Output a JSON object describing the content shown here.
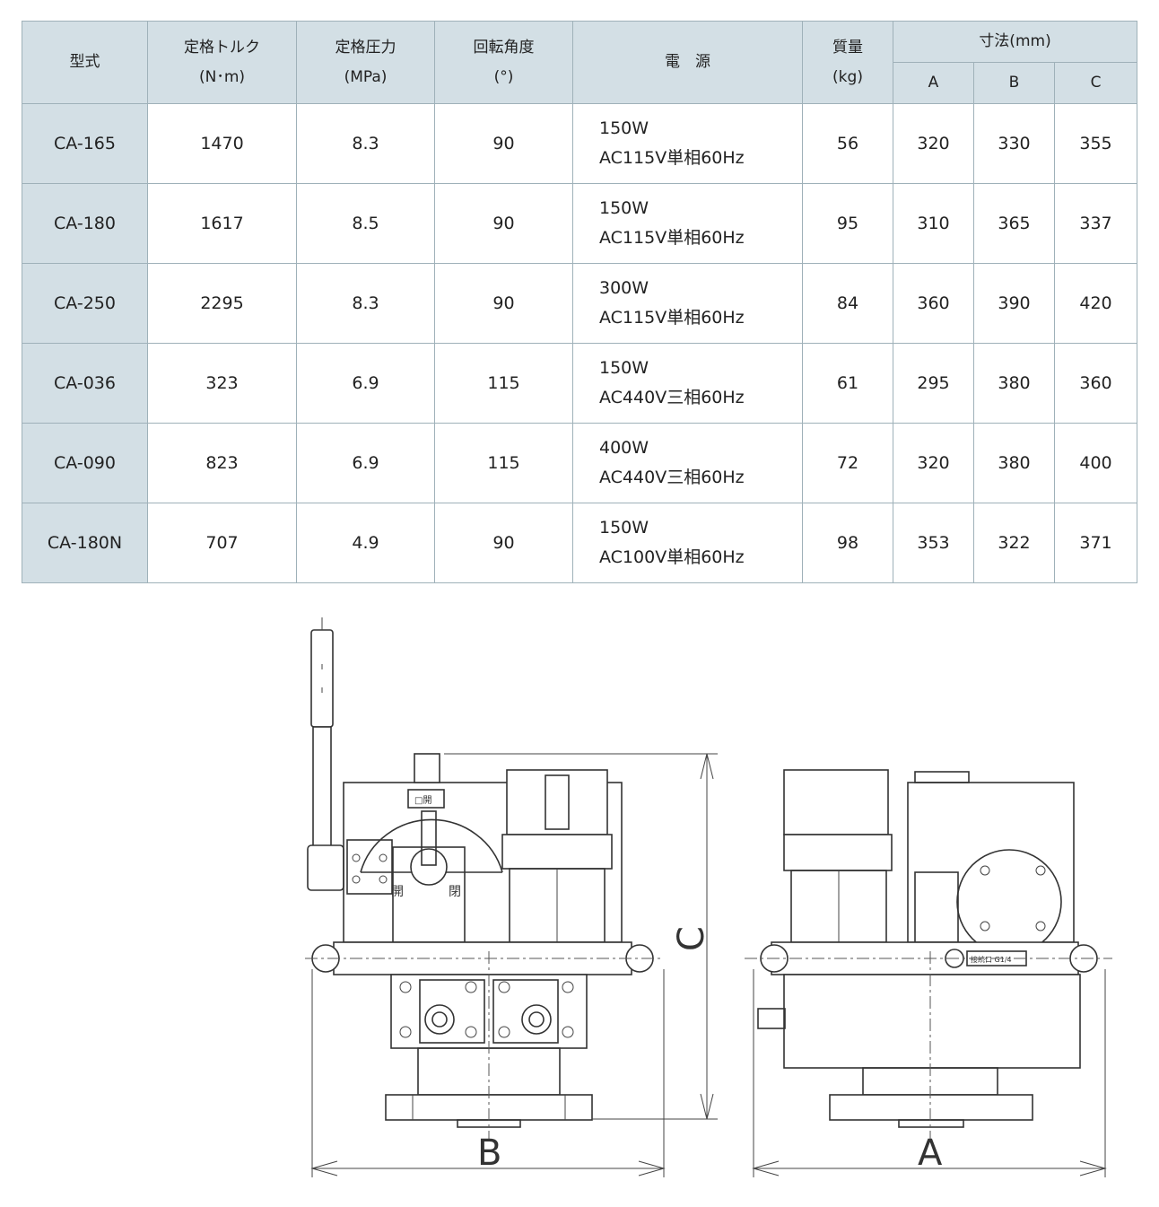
{
  "table": {
    "headers": {
      "model": "型式",
      "torque": {
        "line1": "定格トルク",
        "line2": "(N･m)"
      },
      "pressure": {
        "line1": "定格圧力",
        "line2": "(MPa)"
      },
      "angle": {
        "line1": "回転角度",
        "line2": "(°)"
      },
      "power": "電　源",
      "mass": {
        "line1": "質量",
        "line2": "(kg)"
      },
      "dimensions": "寸法(mm)",
      "dim_a": "A",
      "dim_b": "B",
      "dim_c": "C"
    },
    "rows": [
      {
        "model": "CA-165",
        "torque": "1470",
        "pressure": "8.3",
        "angle": "90",
        "power1": "150W",
        "power2": "AC115V単相60Hz",
        "mass": "56",
        "a": "320",
        "b": "330",
        "c": "355"
      },
      {
        "model": "CA-180",
        "torque": "1617",
        "pressure": "8.5",
        "angle": "90",
        "power1": "150W",
        "power2": "AC115V単相60Hz",
        "mass": "95",
        "a": "310",
        "b": "365",
        "c": "337"
      },
      {
        "model": "CA-250",
        "torque": "2295",
        "pressure": "8.3",
        "angle": "90",
        "power1": "300W",
        "power2": "AC115V単相60Hz",
        "mass": "84",
        "a": "360",
        "b": "390",
        "c": "420"
      },
      {
        "model": "CA-036",
        "torque": "323",
        "pressure": "6.9",
        "angle": "115",
        "power1": "150W",
        "power2": "AC440V三相60Hz",
        "mass": "61",
        "a": "295",
        "b": "380",
        "c": "360"
      },
      {
        "model": "CA-090",
        "torque": "823",
        "pressure": "6.9",
        "angle": "115",
        "power1": "400W",
        "power2": "AC440V三相60Hz",
        "mass": "72",
        "a": "320",
        "b": "380",
        "c": "400"
      },
      {
        "model": "CA-180N",
        "torque": "707",
        "pressure": "4.9",
        "angle": "90",
        "power1": "150W",
        "power2": "AC100V単相60Hz",
        "mass": "98",
        "a": "353",
        "b": "322",
        "c": "371"
      }
    ]
  },
  "drawing": {
    "dim_b_label": "B",
    "dim_a_label": "A",
    "dim_c_label": "C",
    "open_label": "開",
    "close_label": "閉",
    "port_label": "接続口 G1/4"
  }
}
